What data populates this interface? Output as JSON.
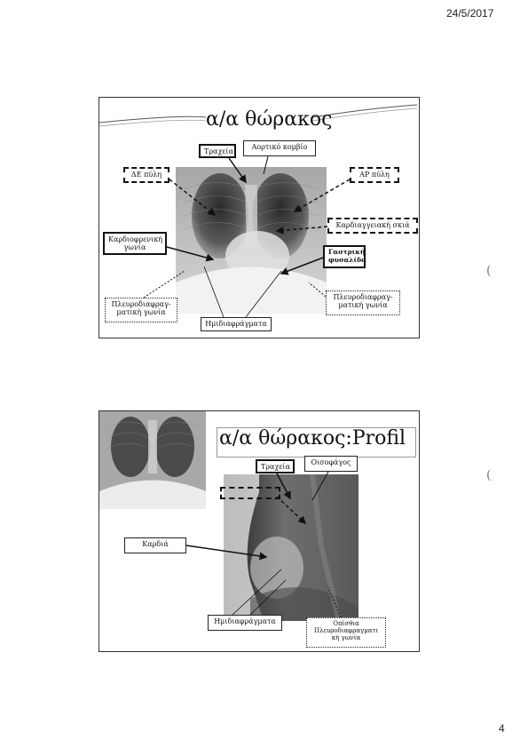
{
  "header": {
    "date": "24/5/2017"
  },
  "footer": {
    "page_number": "4"
  },
  "slide1": {
    "title": "α/α θώρακος",
    "labels": {
      "trachea": "Τραχεία",
      "aortic_knob": "Αορτικό κομβίο",
      "left_hilum": "ΔΕ πύλη",
      "right_hilum": "ΑΡ πύλη",
      "cardiophrenic_angle": "Καρδιοφρενική γωνία",
      "cardiovascular_shadow": "Καρδιαγγειακή σκιά",
      "gastric_bubble": "Γαστρική φυσαλίδα",
      "costophrenic_left": "Πλευροδιαφραγ-ματική γωνία",
      "costophrenic_right": "Πλευροδιαφραγ-ματική γωνία",
      "hemidiaphragms": "Ημιδιαφράγματα"
    }
  },
  "slide2": {
    "title": "α/α θώρακος:Profil",
    "labels": {
      "trachea": "Τραχεία",
      "esophagus": "Οισοφάγος",
      "heart": "Καρδιά",
      "hemidiaphragms": "Ημιδιαφράγματα",
      "posterior_costophrenic": "Οπίσθια Πλευροδιαφραγματι κή γωνία"
    }
  },
  "margin_marks": {
    "paren": "("
  }
}
